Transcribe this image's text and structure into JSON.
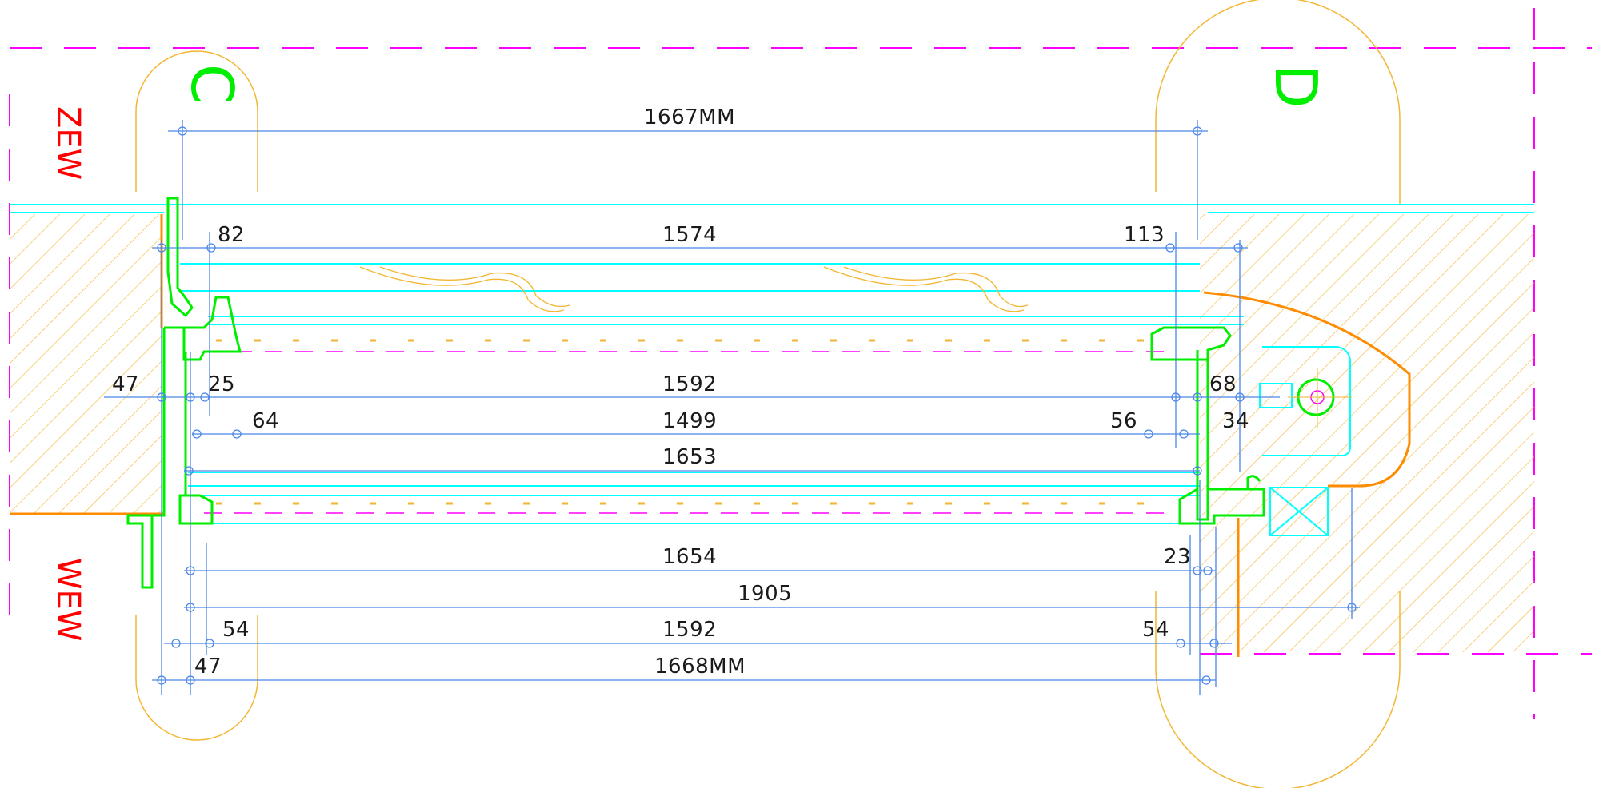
{
  "drawing": {
    "grid_labels": {
      "left": "C",
      "right": "D"
    },
    "side_labels": {
      "top": "ZEW",
      "bottom": "WEW"
    },
    "dimensions": {
      "overall_top": "1667MM",
      "left_82": "82",
      "clear_1574": "1574",
      "right_113": "113",
      "left_47": "47",
      "left_25": "25",
      "frame_1592": "1592",
      "right_68": "68",
      "left_64": "64",
      "glass_1499": "1499",
      "right_56": "56",
      "right_34": "34",
      "sash_1653": "1653",
      "sash_1654": "1654",
      "right_23": "23",
      "total_1905": "1905",
      "left_54": "54",
      "frame_1592_bottom": "1592",
      "right_54": "54",
      "left_47_bottom": "47",
      "overall_bottom": "1668MM"
    },
    "colors": {
      "dimension": "#4a86e8",
      "profile": "#00ee00",
      "frame": "#00ffff",
      "hatch": "#f2b632",
      "axis": "#ff00ff",
      "wall_edge": "#ff8c00",
      "side_label": "#ff0000"
    }
  }
}
